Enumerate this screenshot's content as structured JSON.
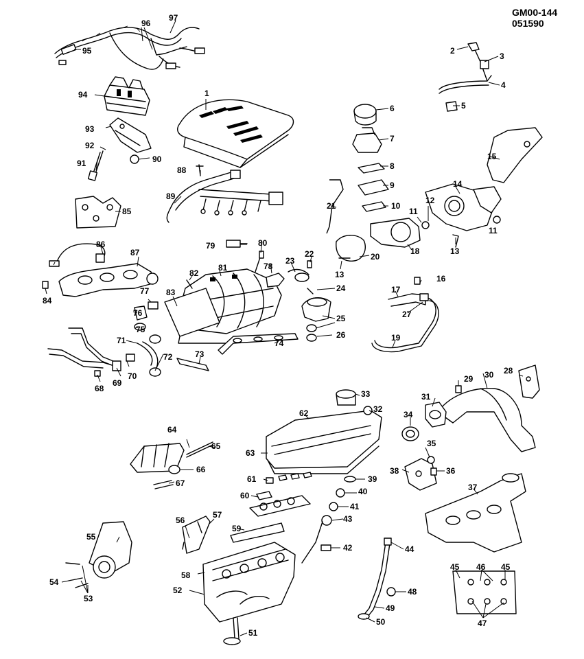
{
  "header": {
    "doc_code": "GM00-144",
    "doc_date": "051590"
  },
  "callouts": [
    "1",
    "2",
    "3",
    "4",
    "5",
    "6",
    "7",
    "8",
    "9",
    "10",
    "11",
    "11",
    "12",
    "13",
    "13",
    "14",
    "15",
    "16",
    "17",
    "18",
    "19",
    "20",
    "21",
    "22",
    "23",
    "24",
    "25",
    "26",
    "27",
    "28",
    "29",
    "30",
    "31",
    "32",
    "33",
    "34",
    "35",
    "36",
    "37",
    "38",
    "39",
    "40",
    "41",
    "42",
    "43",
    "44",
    "45",
    "45",
    "46",
    "47",
    "48",
    "49",
    "50",
    "51",
    "52",
    "53",
    "54",
    "55",
    "56",
    "57",
    "58",
    "59",
    "60",
    "61",
    "62",
    "63",
    "64",
    "65",
    "66",
    "67",
    "68",
    "69",
    "70",
    "71",
    "72",
    "73",
    "74",
    "75",
    "76",
    "77",
    "78",
    "79",
    "80",
    "81",
    "82",
    "83",
    "84",
    "85",
    "86",
    "87",
    "88",
    "89",
    "90",
    "91",
    "92",
    "93",
    "94",
    "95",
    "96",
    "97"
  ]
}
